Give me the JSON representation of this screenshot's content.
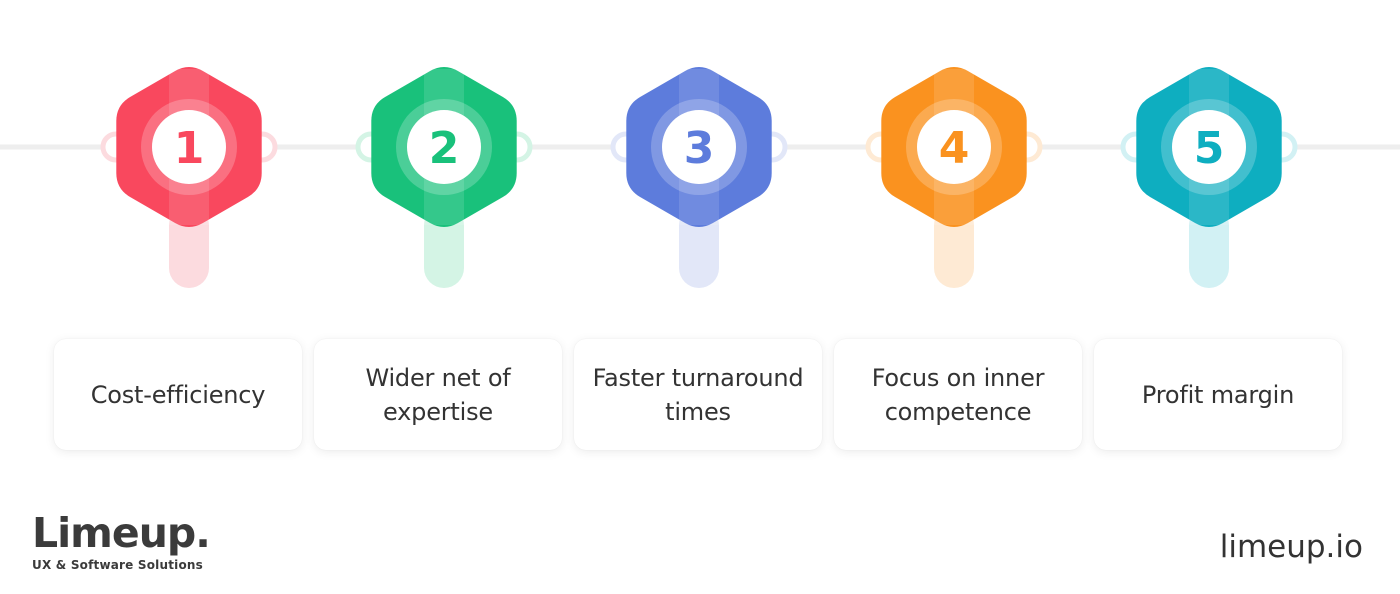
{
  "steps": [
    {
      "number": "1",
      "label": "Cost-efficiency",
      "color": "#f9485e",
      "light": "#fcdbdf"
    },
    {
      "number": "2",
      "label": "Wider net of\nexpertise",
      "color": "#19c17b",
      "light": "#d4f4e5"
    },
    {
      "number": "3",
      "label": "Faster turnaround\ntimes",
      "color": "#5d7cdc",
      "light": "#e2e7f8"
    },
    {
      "number": "4",
      "label": "Focus on inner\ncompetence",
      "color": "#fa921f",
      "light": "#feead4"
    },
    {
      "number": "5",
      "label": "Profit margin",
      "color": "#0eaec0",
      "light": "#d2f1f4"
    }
  ],
  "logo": {
    "name": "Limeup.",
    "tagline": "UX & Software Solutions"
  },
  "website": "limeup.io",
  "colors": {
    "timeline": "#eeeeee",
    "text": "#333333"
  }
}
